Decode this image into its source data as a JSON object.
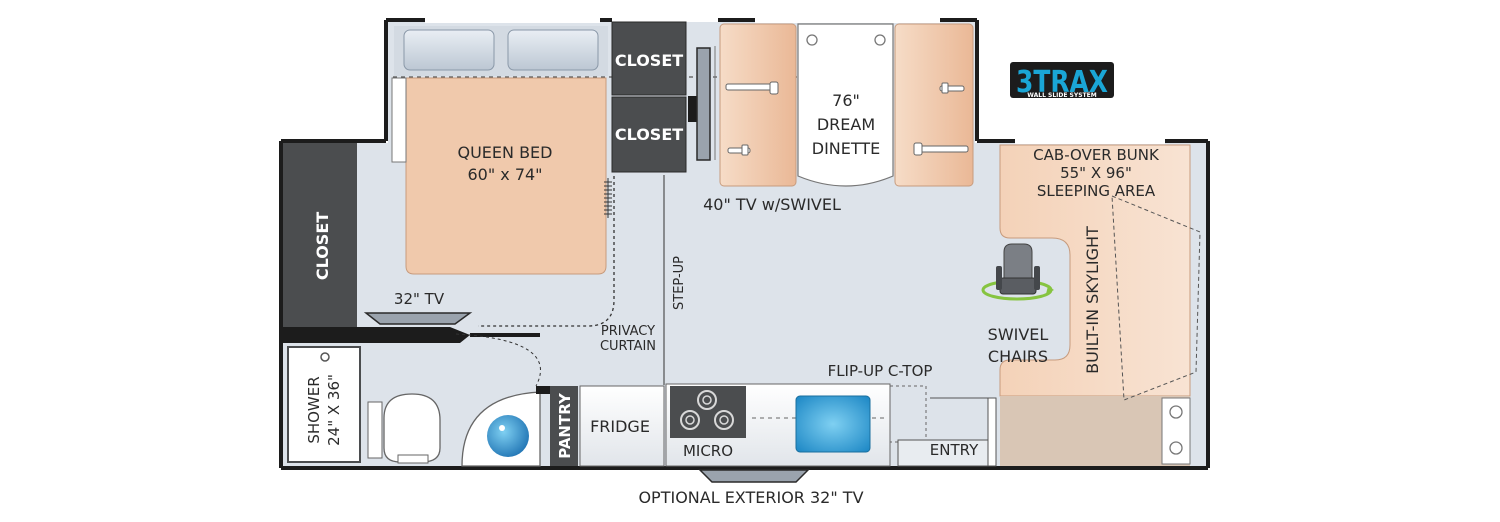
{
  "logo": {
    "brand": "3TRAX",
    "tagline": "WALL SLIDE SYSTEM"
  },
  "rooms": {
    "queen_bed": {
      "line1": "QUEEN BED",
      "line2": "60\" x 74\""
    },
    "closet_top": "CLOSET",
    "closet_mid": "CLOSET",
    "closet_left": "CLOSET",
    "dinette": {
      "line1": "76\"",
      "line2": "DREAM",
      "line3": "DINETTE"
    },
    "tv_swivel": "40\" TV w/SWIVEL",
    "cab_over": {
      "line1": "CAB-OVER BUNK",
      "line2": "55\" X 96\"",
      "line3": "SLEEPING AREA"
    },
    "skylight": "BUILT-IN SKYLIGHT",
    "swivel_chairs": {
      "line1": "SWIVEL",
      "line2": "CHAIRS"
    },
    "tv_bedroom": "32\" TV",
    "privacy_curtain": {
      "line1": "PRIVACY",
      "line2": "CURTAIN"
    },
    "step_up": "STEP-UP",
    "shower": {
      "line1": "SHOWER",
      "line2": "24\" X 36\""
    },
    "pantry": "PANTRY",
    "fridge": "FRIDGE",
    "micro": "MICRO",
    "flip_up": "FLIP-UP C-TOP",
    "entry": "ENTRY",
    "exterior_tv": "OPTIONAL EXTERIOR 32\" TV"
  },
  "colors": {
    "floor": "#dde3ea",
    "wall": "#1c1c1c",
    "closet": "#4b4d4f",
    "bed": "#f0c9ac",
    "seat": "#f2cdb2",
    "accent_green": "#86c440",
    "sink_blue": "#2d9fd9",
    "logo_blue": "#1aa6d6"
  }
}
